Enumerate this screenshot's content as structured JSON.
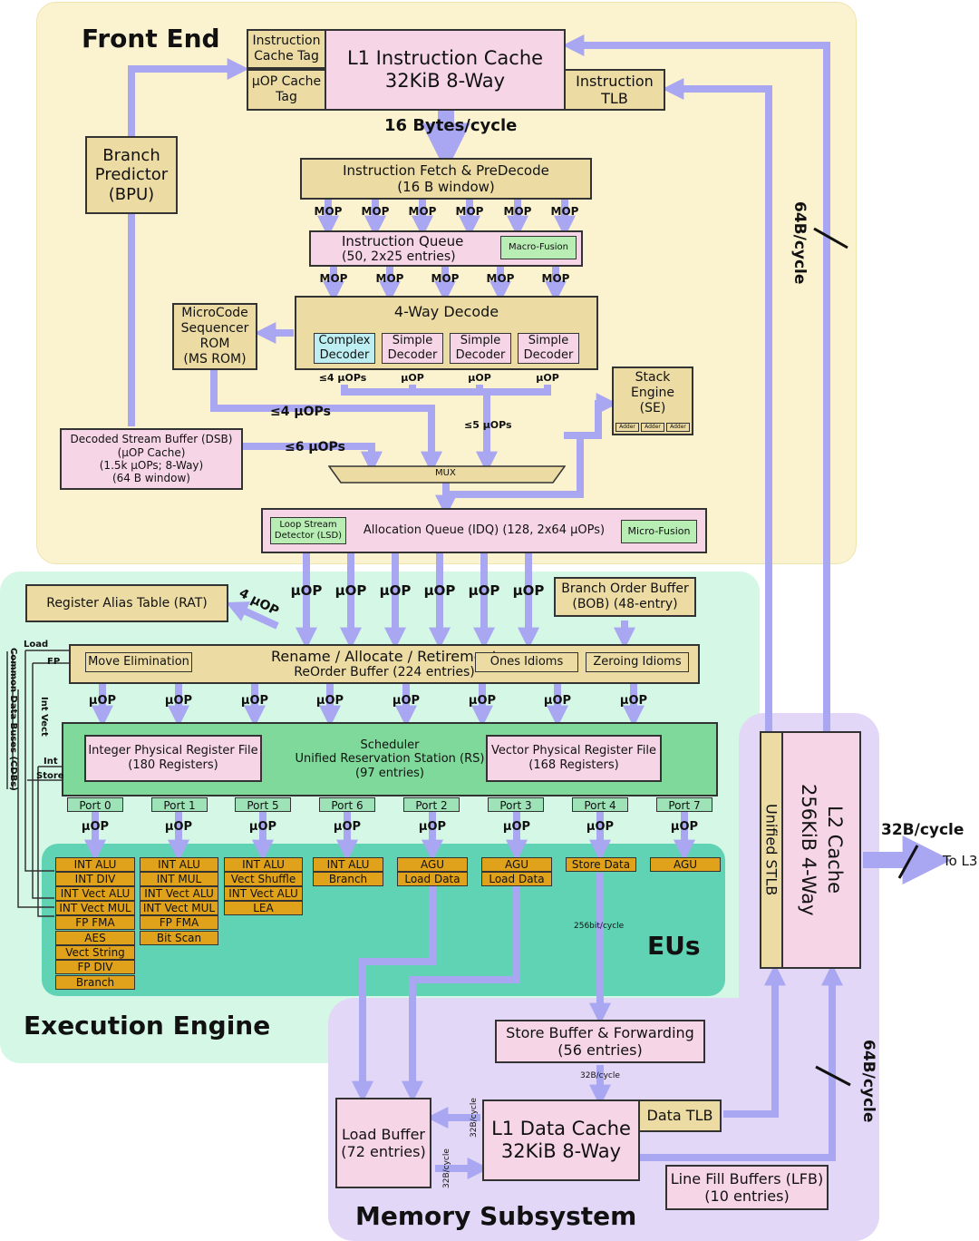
{
  "regions": {
    "front_end": "Front End",
    "execution_engine": "Execution Engine",
    "memory_subsystem": "Memory Subsystem",
    "eus": "EUs"
  },
  "front_end": {
    "icache_tag": "Instruction\nCache Tag",
    "uop_cache_tag": "µOP Cache\nTag",
    "l1i_title": "L1 Instruction Cache",
    "l1i_size": "32KiB 8-Way",
    "itlb": "Instruction\nTLB",
    "bpu": "Branch\nPredictor\n(BPU)",
    "fetch_rate": "16 Bytes/cycle",
    "fetch_title": "Instruction Fetch & PreDecode",
    "fetch_sub": "(16 B window)",
    "mop": "MOP",
    "iq_title": "Instruction Queue",
    "iq_sub": "(50, 2x25 entries)",
    "macro_fusion": "Macro-Fusion",
    "ms_rom": "MicroCode\nSequencer\nROM\n(MS ROM)",
    "decode_title": "4-Way Decode",
    "complex_decoder": "Complex\nDecoder",
    "simple_decoder": "Simple\nDecoder",
    "le4_uops_small": "≤4 µOPs",
    "uop": "µOP",
    "le4_uops": "≤4 µOPs",
    "le5_uops": "≤5 µOPs",
    "le6_uops": "≤6 µOPs",
    "stack_engine": "Stack\nEngine\n(SE)",
    "adder": "Adder",
    "dsb": "Decoded Stream Buffer (DSB)\n(µOP Cache)\n(1.5k µOPs; 8-Way)\n(64 B window)",
    "mux": "MUX",
    "lsd": "Loop Stream\nDetector (LSD)",
    "idq": "Allocation Queue (IDQ) (128, 2x64 µOPs)",
    "micro_fusion": "Micro-Fusion",
    "l2_rate": "64B/cycle"
  },
  "exec": {
    "rat": "Register Alias Table (RAT)",
    "rat_rate": "4 µOP",
    "bob": "Branch Order Buffer\n(BOB) (48-entry)",
    "rename_title": "Rename / Allocate / Retirement",
    "rob": "ReOrder Buffer (224 entries)",
    "move_elim": "Move Elimination",
    "ones_idioms": "Ones Idioms",
    "zeroing_idioms": "Zeroing Idioms",
    "uop": "µOP",
    "scheduler": "Scheduler\nUnified Reservation Station (RS)\n(97 entries)",
    "int_prf": "Integer Physical Register File\n(180 Registers)",
    "vec_prf": "Vector Physical Register File\n(168 Registers)",
    "cdb": "Common Data Buses (CDBs)",
    "cdb_load": "Load",
    "cdb_fp": "FP",
    "cdb_intvect": "Int Vect",
    "cdb_int": "Int",
    "cdb_store": "Store",
    "ports": [
      "Port 0",
      "Port 1",
      "Port 5",
      "Port 6",
      "Port 2",
      "Port 3",
      "Port 4",
      "Port 7"
    ],
    "port0_units": [
      "INT ALU",
      "INT DIV",
      "INT Vect ALU",
      "INT Vect MUL",
      "FP FMA",
      "AES",
      "Vect String",
      "FP DIV",
      "Branch"
    ],
    "port1_units": [
      "INT ALU",
      "INT MUL",
      "INT Vect ALU",
      "INT Vect MUL",
      "FP FMA",
      "Bit Scan"
    ],
    "port5_units": [
      "INT ALU",
      "Vect Shuffle",
      "INT Vect ALU",
      "LEA"
    ],
    "port6_units": [
      "INT ALU",
      "Branch"
    ],
    "port2_units": [
      "AGU",
      "Load Data"
    ],
    "port3_units": [
      "AGU",
      "Load Data"
    ],
    "port4_units": [
      "Store Data"
    ],
    "port7_units": [
      "AGU"
    ],
    "store_rate": "256bit/cycle"
  },
  "memory": {
    "l2_title": "L2 Cache",
    "l2_size": "256KiB 4-Way",
    "stlb": "Unified STLB",
    "l3_rate": "32B/cycle",
    "to_l3": "To L3",
    "store_buffer": "Store Buffer & Forwarding\n(56 entries)",
    "sb_rate": "32B/cycle",
    "load_buffer": "Load Buffer\n(72 entries)",
    "l1d_title": "L1 Data Cache",
    "l1d_size": "32KiB 8-Way",
    "dtlb": "Data TLB",
    "lfb": "Line Fill Buffers (LFB)\n(10 entries)",
    "lb_rate": "32B/cycle",
    "l2_mem_rate": "64B/cycle"
  },
  "colors": {
    "front_end_bg": "#fbf3cf",
    "exec_bg": "#d5f7e6",
    "eus_bg": "#5fd3b4",
    "memory_bg": "#e3d7f8",
    "pink": "#f6d6e6",
    "tan": "#ecdca4",
    "arrow": "#a9a6f2",
    "port_green": "#9ee3b8",
    "eu_orange": "#e0a21a",
    "light_green": "#b8eeb4"
  }
}
